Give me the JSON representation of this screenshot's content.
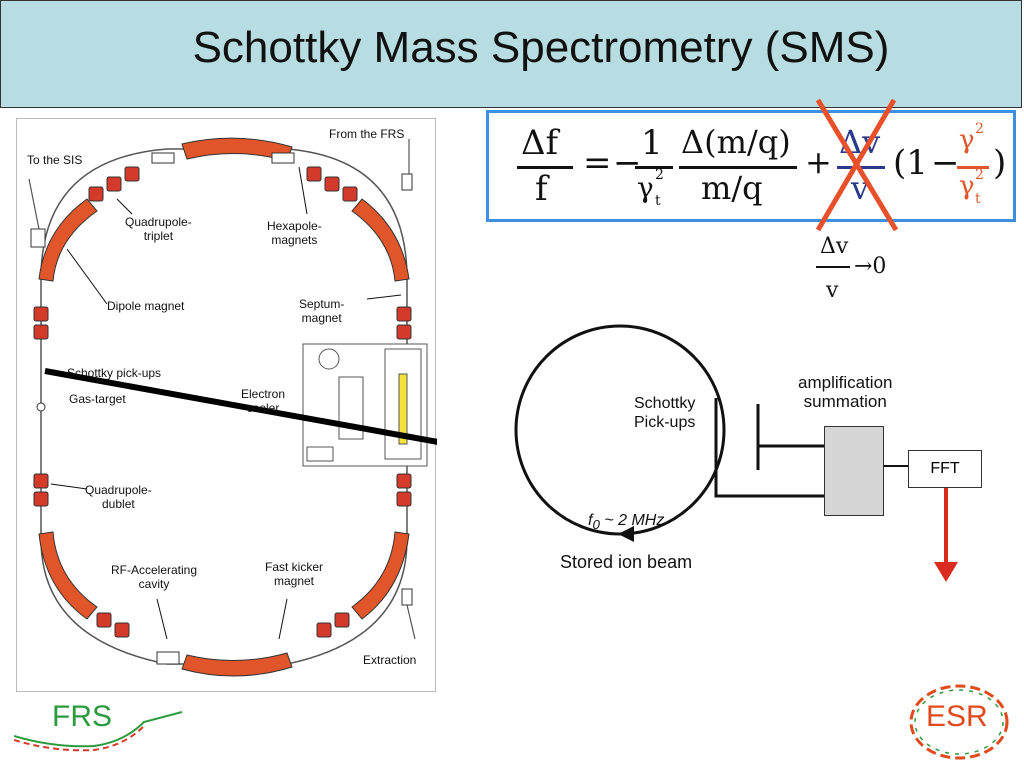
{
  "title": "Schottky Mass Spectrometry (SMS)",
  "ring_labels": {
    "from_frs": "From the FRS",
    "to_sis": "To the SIS",
    "quadrupole_triplet": "Quadrupole-\ntriplet",
    "hexapole_magnets": "Hexapole-\nmagnets",
    "dipole_magnet": "Dipole magnet",
    "septum_magnet": "Septum-\nmagnet",
    "schottky_pickups": "Schottky pick-ups",
    "gas_target": "Gas-target",
    "electron_cooler": "Electron\ncooler",
    "quadrupole_dublet": "Quadrupole-\ndublet",
    "rf_cavity": "RF-Accelerating\ncavity",
    "fast_kicker": "Fast kicker\nmagnet",
    "extraction": "Extraction"
  },
  "formula": {
    "lhs_num": "Δf",
    "lhs_den": "f",
    "equals": "=",
    "minus": "−",
    "one": "1",
    "gamma_t": "γ",
    "sub_t": "t",
    "sup_2": "2",
    "mq_num": "Δ(m/q)",
    "mq_den": "m/q",
    "plus": "+",
    "v_num": "Δv",
    "v_den": "v",
    "paren_open": "(1",
    "paren_close": ")",
    "gamma": "γ"
  },
  "limit": {
    "num": "Δv",
    "den": "v",
    "arrow_zero": "→0"
  },
  "detector": {
    "pickups_label": "Schottky\nPick-ups",
    "amp_label": "amplification\nsummation",
    "fft_label": "FFT",
    "freq_f": "f",
    "freq_sub": "0",
    "freq_rest": " ~ 2 MHz",
    "beam_label": "Stored ion beam"
  },
  "logos": {
    "frs": "FRS",
    "esr": "ESR"
  },
  "colors": {
    "title_bg": "#b7dde3",
    "formula_border": "#3d8fe0",
    "cross": "#e8502a",
    "magnet": "#e0562a",
    "arrow_fft": "#d92b1f",
    "frs_green": "#2c9b3e",
    "esr_red": "#e04a1c"
  }
}
